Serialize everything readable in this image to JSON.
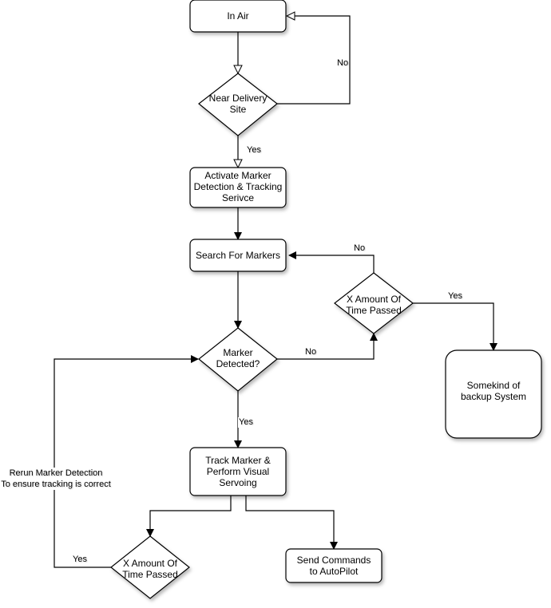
{
  "nodes": {
    "in_air": "In Air",
    "near_site": "Near Delivery Site",
    "activate": "Activate Marker Detection & Tracking Serivce",
    "search": "Search For Markers",
    "time_check_1": "X Amount Of Time Passed",
    "marker_detected": "Marker Detected?",
    "backup": "Somekind of backup System",
    "track": "Track Marker & Perform Visual Servoing",
    "time_check_2": "X Amount Of Time Passed",
    "send_commands": "Send Commands to AutoPilot"
  },
  "edges": {
    "no_loop_in_air": "No",
    "yes_activate": "Yes",
    "no_search": "No",
    "yes_backup": "Yes",
    "no_time_check": "No",
    "yes_track": "Yes",
    "yes_rerun": "Yes",
    "rerun_note_1": "Rerun Marker Detection",
    "rerun_note_2": "To ensure tracking is correct"
  }
}
